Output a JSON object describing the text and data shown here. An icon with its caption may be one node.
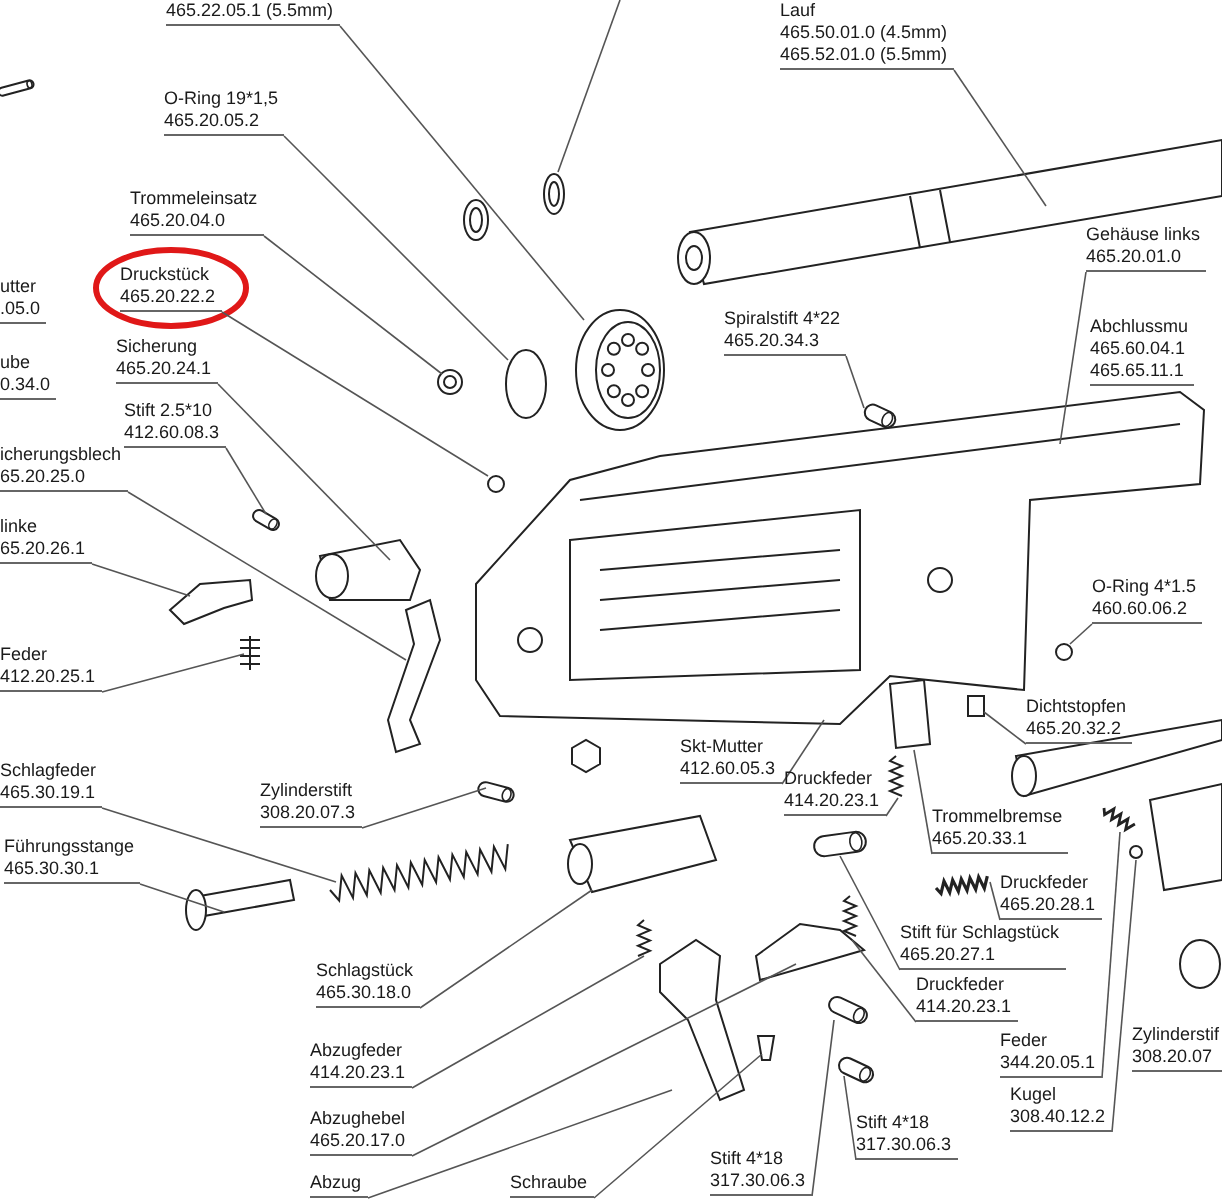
{
  "diagram": {
    "nodes": [
      {
        "text": [
          "465.22.05.1 (5.5mm)"
        ]
      },
      {
        "text": [
          "Lauf",
          "465.50.01.0 (4.5mm)",
          "465.52.01.0 (5.5mm)"
        ]
      },
      {
        "text": [
          "O-Ring 19*1,5",
          "465.20.05.2"
        ]
      },
      {
        "text": [
          "Trommeleinsatz",
          "465.20.04.0"
        ]
      },
      {
        "text": [
          "Druckstück",
          "465.20.22.2"
        ]
      },
      {
        "text": [
          "utter",
          ".05.0"
        ]
      },
      {
        "text": [
          "ube",
          "0.34.0"
        ]
      },
      {
        "text": [
          "Sicherung",
          "465.20.24.1"
        ]
      },
      {
        "text": [
          "Stift 2.5*10",
          "412.60.08.3"
        ]
      },
      {
        "text": [
          "icherungsblech",
          "65.20.25.0"
        ]
      },
      {
        "text": [
          "linke",
          "65.20.26.1"
        ]
      },
      {
        "text": [
          "Spiralstift 4*22",
          "465.20.34.3"
        ]
      },
      {
        "text": [
          "Gehäuse links",
          "465.20.01.0"
        ]
      },
      {
        "text": [
          "Abchlussmu",
          "465.60.04.1",
          "465.65.11.1"
        ]
      },
      {
        "text": [
          "O-Ring 4*1.5",
          "460.60.06.2"
        ]
      },
      {
        "text": [
          "Feder",
          "412.20.25.1"
        ]
      },
      {
        "text": [
          "Zylinderstift",
          "308.20.07.3"
        ]
      },
      {
        "text": [
          "Skt-Mutter",
          "412.60.05.3"
        ]
      },
      {
        "text": [
          "Schlagfeder",
          "465.30.19.1"
        ]
      },
      {
        "text": [
          "Druckfeder",
          "414.20.23.1"
        ]
      },
      {
        "text": [
          "Dichtstopfen",
          "465.20.32.2"
        ]
      },
      {
        "text": [
          "Trommelbremse",
          "465.20.33.1"
        ]
      },
      {
        "text": [
          "Führungsstange",
          "465.30.30.1"
        ]
      },
      {
        "text": [
          "Druckfeder",
          "465.20.28.1"
        ]
      },
      {
        "text": [
          "Stift für Schlagstück",
          "465.20.27.1"
        ]
      },
      {
        "text": [
          "Schlagstück",
          "465.30.18.0"
        ]
      },
      {
        "text": [
          "Druckfeder",
          "414.20.23.1"
        ]
      },
      {
        "text": [
          "Feder",
          "344.20.05.1"
        ]
      },
      {
        "text": [
          "Abzugfeder",
          "414.20.23.1"
        ]
      },
      {
        "text": [
          "Zylinderstif",
          "308.20.07"
        ]
      },
      {
        "text": [
          "Kugel",
          "308.40.12.2"
        ]
      },
      {
        "text": [
          "Abzughebel",
          "465.20.17.0"
        ]
      },
      {
        "text": [
          "Stift 4*18",
          "317.30.06.3"
        ]
      },
      {
        "text": [
          "Stift 4*18",
          "317.30.06.3"
        ]
      },
      {
        "text": [
          "Abzug"
        ]
      },
      {
        "text": [
          "Schraube"
        ]
      }
    ],
    "edges": [
      {
        "from": 0,
        "to": null,
        "arrow": "none"
      },
      {
        "from": 1,
        "to": null,
        "arrow": "none"
      },
      {
        "from": 2,
        "to": null,
        "arrow": "none"
      },
      {
        "from": 3,
        "to": null,
        "arrow": "none"
      },
      {
        "from": 4,
        "to": null,
        "arrow": "none"
      },
      {
        "from": 7,
        "to": null,
        "arrow": "none"
      },
      {
        "from": 8,
        "to": null,
        "arrow": "none"
      },
      {
        "from": 9,
        "to": null,
        "arrow": "none"
      },
      {
        "from": 10,
        "to": null,
        "arrow": "none"
      },
      {
        "from": 11,
        "to": null,
        "arrow": "none"
      },
      {
        "from": 12,
        "to": null,
        "arrow": "none"
      },
      {
        "from": 14,
        "to": null,
        "arrow": "none"
      },
      {
        "from": 15,
        "to": null,
        "arrow": "none"
      },
      {
        "from": 16,
        "to": null,
        "arrow": "none"
      },
      {
        "from": 17,
        "to": null,
        "arrow": "none"
      },
      {
        "from": 18,
        "to": null,
        "arrow": "none"
      },
      {
        "from": 19,
        "to": null,
        "arrow": "none"
      },
      {
        "from": 20,
        "to": null,
        "arrow": "none"
      },
      {
        "from": 21,
        "to": null,
        "arrow": "none"
      },
      {
        "from": 22,
        "to": null,
        "arrow": "none"
      },
      {
        "from": 23,
        "to": null,
        "arrow": "none"
      },
      {
        "from": 24,
        "to": null,
        "arrow": "none"
      },
      {
        "from": 25,
        "to": null,
        "arrow": "none"
      },
      {
        "from": 26,
        "to": null,
        "arrow": "none"
      },
      {
        "from": 27,
        "to": null,
        "arrow": "none"
      },
      {
        "from": 28,
        "to": null,
        "arrow": "none"
      },
      {
        "from": 30,
        "to": null,
        "arrow": "none"
      },
      {
        "from": 31,
        "to": null,
        "arrow": "none"
      },
      {
        "from": 32,
        "to": null,
        "arrow": "none"
      },
      {
        "from": 33,
        "to": null,
        "arrow": "none"
      },
      {
        "from": 34,
        "to": null,
        "arrow": "none"
      },
      {
        "from": 35,
        "to": null,
        "arrow": "none"
      }
    ]
  }
}
